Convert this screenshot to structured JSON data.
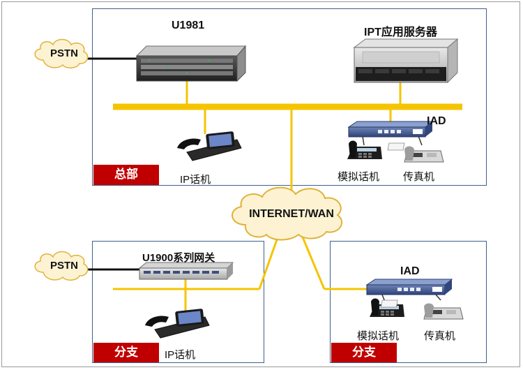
{
  "hq": {
    "tag": "总部",
    "u1981": "U1981",
    "ipt_server": "IPT应用服务器",
    "iad": "IAD",
    "ip_phone": "IP话机",
    "analog_phone": "模拟话机",
    "fax": "传真机",
    "pstn": "PSTN"
  },
  "internet": "INTERNET/WAN",
  "branch1": {
    "tag": "分支",
    "gateway": "U1900系列网关",
    "ip_phone": "IP话机",
    "pstn": "PSTN"
  },
  "branch2": {
    "tag": "分支",
    "iad": "IAD",
    "analog_phone": "模拟话机",
    "fax": "传真机"
  },
  "colors": {
    "bus": "#f5c400",
    "box_border": "#3f5f8c",
    "tag_bg": "#c00000",
    "cloud_fill": "#fdf3d3",
    "cloud_stroke": "#e0b23a"
  }
}
